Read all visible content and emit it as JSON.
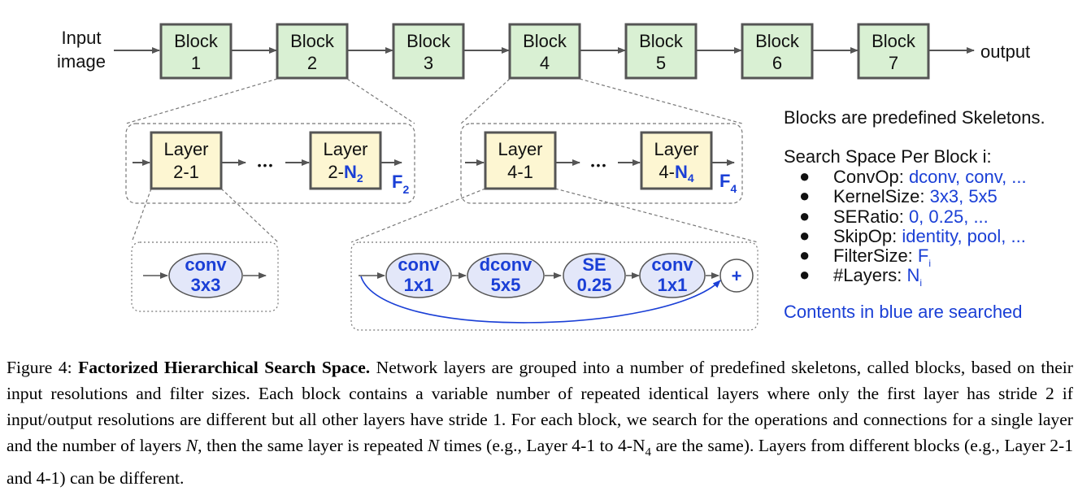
{
  "diagram": {
    "input_label": [
      "Input",
      "image"
    ],
    "output_label": "output",
    "blocks": [
      {
        "l1": "Block",
        "l2": "1"
      },
      {
        "l1": "Block",
        "l2": "2"
      },
      {
        "l1": "Block",
        "l2": "3"
      },
      {
        "l1": "Block",
        "l2": "4"
      },
      {
        "l1": "Block",
        "l2": "5"
      },
      {
        "l1": "Block",
        "l2": "6"
      },
      {
        "l1": "Block",
        "l2": "7"
      }
    ],
    "group2": {
      "first": {
        "l1": "Layer",
        "l2": "2-1"
      },
      "last": {
        "l1": "Layer",
        "l2": "2-",
        "sym": "N",
        "sub": "2"
      },
      "dots": "•••",
      "f_sym": "F",
      "f_sub": "2"
    },
    "group4": {
      "first": {
        "l1": "Layer",
        "l2": "4-1"
      },
      "last": {
        "l1": "Layer",
        "l2": "4-",
        "sym": "N",
        "sub": "4"
      },
      "dots": "•••",
      "f_sym": "F",
      "f_sub": "4"
    },
    "layer21_ops": [
      {
        "l1": "conv",
        "l2": "3x3"
      }
    ],
    "layer41_ops": [
      {
        "l1": "conv",
        "l2": "1x1"
      },
      {
        "l1": "dconv",
        "l2": "5x5"
      },
      {
        "l1": "SE",
        "l2": "0.25"
      },
      {
        "l1": "conv",
        "l2": "1x1"
      }
    ],
    "plus": "+",
    "legend": {
      "line1": "Blocks are predefined Skeletons.",
      "heading": "Search Space Per Block i:",
      "bullet": "●",
      "items": [
        {
          "key": "ConvOp: ",
          "val": "dconv, conv, ..."
        },
        {
          "key": "KernelSize: ",
          "val": "3x3, 5x5"
        },
        {
          "key": "SERatio: ",
          "val": "0, 0.25, ..."
        },
        {
          "key": "SkipOp: ",
          "val": "identity, pool, ..."
        },
        {
          "key": "FilterSize: ",
          "val": "F",
          "sub": "i"
        },
        {
          "key": "#Layers: ",
          "val": "N",
          "sub": "i"
        }
      ],
      "footer": "Contents in blue are searched"
    },
    "colors": {
      "block_fill": "#d9f0d3",
      "layer_fill": "#fdf6d2",
      "op_fill": "#e3e7f9",
      "text_blue": "#1a3fd6",
      "edge_dark": "#555555"
    }
  },
  "caption": {
    "label": "Figure 4: ",
    "title": "Factorized Hierarchical Search Space.",
    "s1": " Network layers are grouped into a number of predefined skeletons, called blocks, based on their input resolutions and filter sizes. Each block contains a variable number of repeated identical layers where only the first layer has stride 2 if input/output resolutions are different but all other layers have stride 1. For each block, we search for the operations and connections for a single layer and the number of layers ",
    "n1": "N",
    "s2": ", then the same layer is repeated ",
    "n2": "N",
    "s3": " times (e.g., Layer 4-1 to 4-N",
    "sub": "4",
    "s4": " are the same). Layers from different blocks (e.g., Layer 2-1 and 4-1) can be different."
  }
}
